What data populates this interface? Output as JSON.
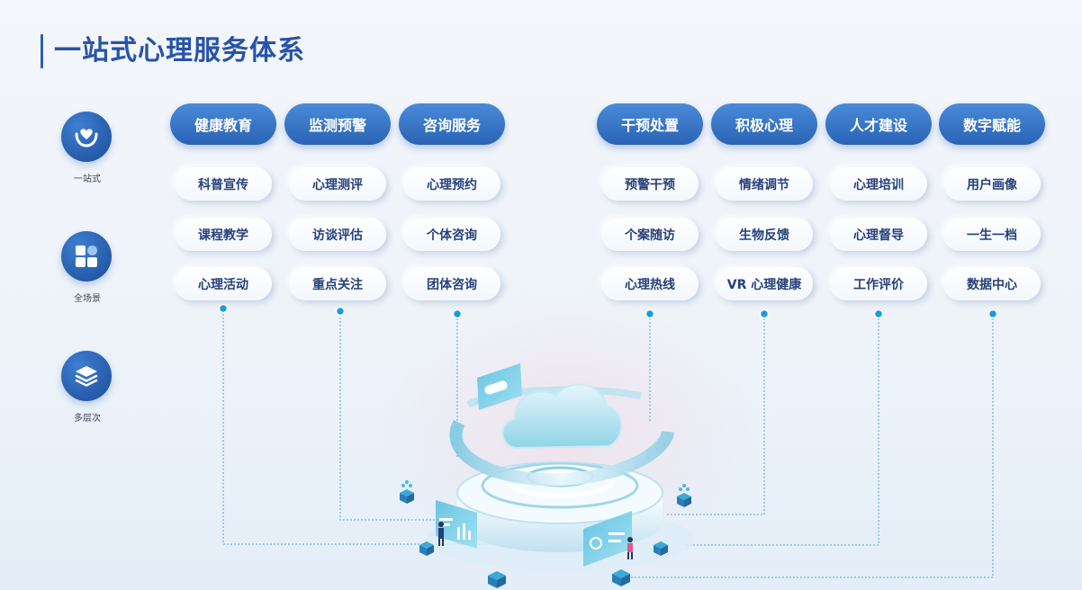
{
  "title": "一站式心理服务体系",
  "side_features": [
    {
      "label": "一站式",
      "icon": "heart-hands-icon"
    },
    {
      "label": "全场景",
      "icon": "grid-icon"
    },
    {
      "label": "多层次",
      "icon": "layers-icon"
    }
  ],
  "columns": [
    {
      "category": "健康教育",
      "items": [
        "科普宣传",
        "课程教学",
        "心理活动"
      ]
    },
    {
      "category": "监测预警",
      "items": [
        "心理测评",
        "访谈评估",
        "重点关注"
      ]
    },
    {
      "category": "咨询服务",
      "items": [
        "心理预约",
        "个体咨询",
        "团体咨询"
      ]
    },
    {
      "category": "干预处置",
      "items": [
        "预警干预",
        "个案随访",
        "心理热线"
      ]
    },
    {
      "category": "积极心理",
      "items": [
        "情绪调节",
        "生物反馈",
        "VR 心理健康"
      ]
    },
    {
      "category": "人才建设",
      "items": [
        "心理培训",
        "心理督导",
        "工作评价"
      ]
    },
    {
      "category": "数字赋能",
      "items": [
        "用户画像",
        "一生一档",
        "数据中心"
      ]
    }
  ],
  "colors": {
    "primary": "#2a63b5",
    "title": "#2854a8",
    "connector": "#1a8fd8"
  },
  "illustration": "cloud-platform-isometric"
}
